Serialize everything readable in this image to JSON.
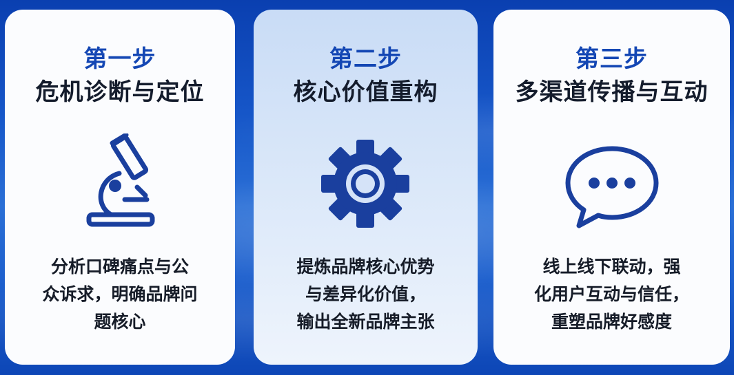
{
  "cards": [
    {
      "step": "第一步",
      "title": "危机诊断与定位",
      "icon": "microscope-icon",
      "desc_lines": [
        "分析口碑痛点与公",
        "众诉求，明确品牌问",
        "题核心"
      ]
    },
    {
      "step": "第二步",
      "title": "核心价值重构",
      "icon": "gear-icon",
      "desc_lines": [
        "提炼品牌核心优势",
        "与差异化价值，",
        "输出全新品牌主张"
      ]
    },
    {
      "step": "第三步",
      "title": "多渠道传播与互动",
      "icon": "chat-bubble-icon",
      "desc_lines": [
        "线上线下联动，强",
        "化用户互动与信任，",
        "重塑品牌好感度"
      ]
    }
  ],
  "colors": {
    "accent": "#1447b4",
    "icon": "#1a3f9e",
    "text": "#141c2c"
  }
}
